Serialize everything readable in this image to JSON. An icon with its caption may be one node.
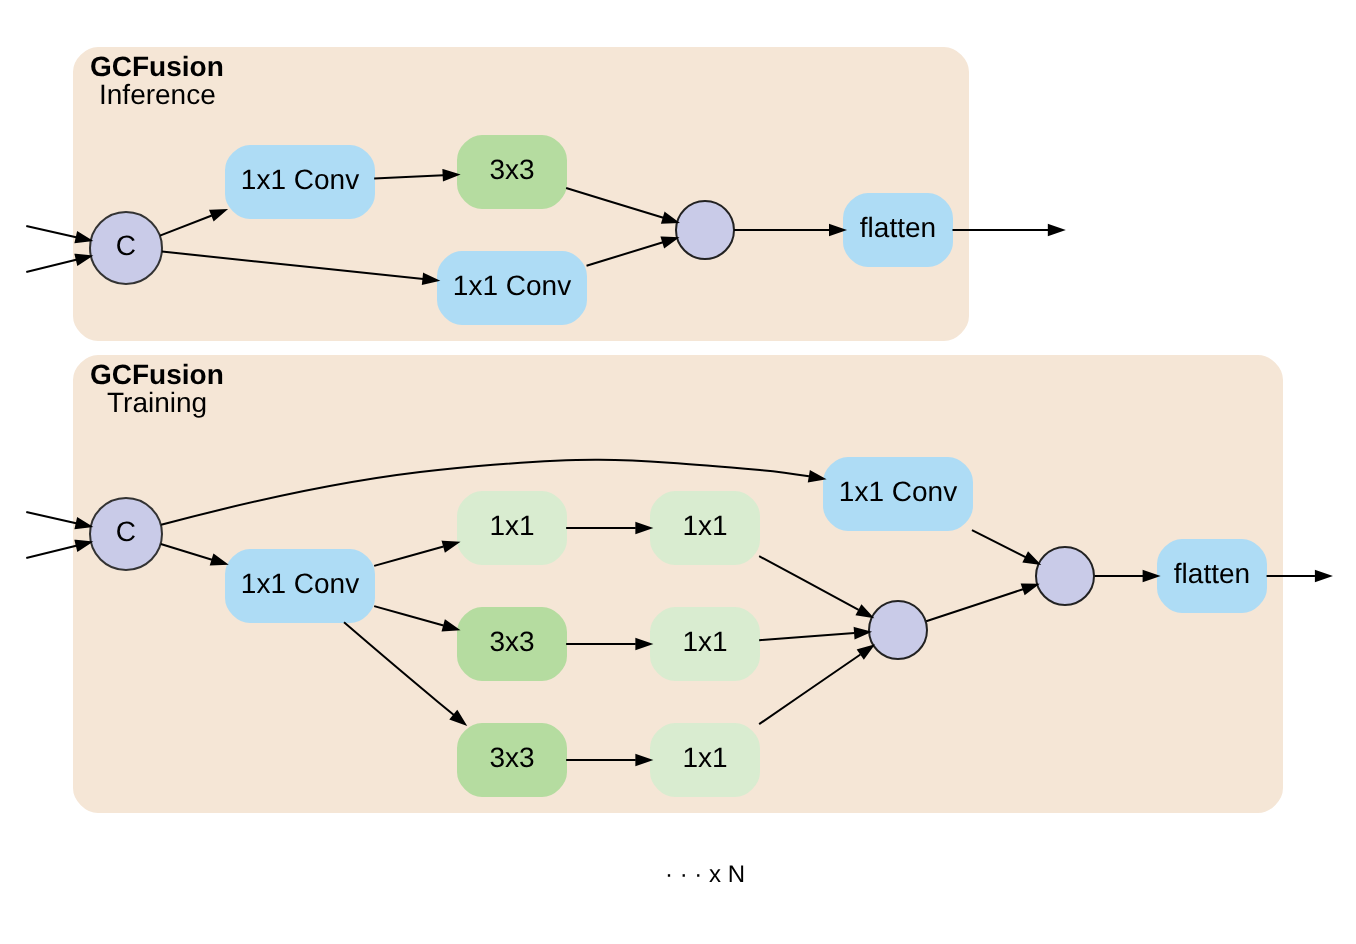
{
  "diagram": {
    "nodes": [
      {
        "text": [
          "GCFusion",
          "Training"
        ]
      },
      {
        "text": [
          "C"
        ],
        "in": 0
      },
      {
        "text": [
          "1x1 Conv"
        ],
        "in": 0
      },
      {
        "text": [
          "1x1 Conv"
        ],
        "in": 0
      },
      {
        "text": [
          "1x1"
        ],
        "in": 0
      },
      {
        "text": [
          "1x1"
        ],
        "in": 0
      },
      {
        "text": [
          "3x3"
        ],
        "in": 0
      },
      {
        "text": [
          "1x1"
        ],
        "in": 0
      },
      {
        "text": [
          "3x3"
        ],
        "in": 0
      },
      {
        "text": [
          "1x1"
        ],
        "in": 0
      },
      {
        "text": [],
        "shape": "circle",
        "in": 0
      },
      {
        "text": [],
        "shape": "circle",
        "in": 0
      },
      {
        "text": [
          "flatten"
        ],
        "in": 0
      },
      {
        "text": [
          "GCFusion",
          "Inference"
        ]
      },
      {
        "text": [
          "C"
        ],
        "in": 13
      },
      {
        "text": [
          "1x1 Conv"
        ],
        "in": 13
      },
      {
        "text": [
          "1x1 Conv"
        ],
        "in": 13
      },
      {
        "text": [
          "3x3"
        ],
        "in": 13
      },
      {
        "text": [],
        "shape": "circle",
        "in": 13
      },
      {
        "text": [
          "flatten"
        ],
        "in": 13
      }
    ],
    "edges": [
      {
        "from": null,
        "to": 1,
        "arrow": "to"
      },
      {
        "from": null,
        "to": 1,
        "arrow": "to"
      },
      {
        "from": 1,
        "to": 2,
        "arrow": "to"
      },
      {
        "from": 1,
        "to": 3,
        "arrow": "to"
      },
      {
        "from": 2,
        "to": 11,
        "arrow": "to"
      },
      {
        "from": 3,
        "to": 4,
        "arrow": "to"
      },
      {
        "from": 3,
        "to": 6,
        "arrow": "to"
      },
      {
        "from": 3,
        "to": 8,
        "arrow": "to"
      },
      {
        "from": 4,
        "to": 5,
        "arrow": "to"
      },
      {
        "from": 6,
        "to": 7,
        "arrow": "to"
      },
      {
        "from": 8,
        "to": 9,
        "arrow": "to"
      },
      {
        "from": 5,
        "to": 10,
        "arrow": "to"
      },
      {
        "from": 7,
        "to": 10,
        "arrow": "to"
      },
      {
        "from": 9,
        "to": 10,
        "arrow": "to"
      },
      {
        "from": 10,
        "to": 11,
        "arrow": "to"
      },
      {
        "from": 11,
        "to": 12,
        "arrow": "to"
      },
      {
        "from": 12,
        "to": null,
        "arrow": "to"
      },
      {
        "from": null,
        "to": 14,
        "arrow": "to"
      },
      {
        "from": null,
        "to": 14,
        "arrow": "to"
      },
      {
        "from": 14,
        "to": 15,
        "arrow": "to"
      },
      {
        "from": 14,
        "to": 16,
        "arrow": "to"
      },
      {
        "from": 16,
        "to": 17,
        "arrow": "to"
      },
      {
        "from": 15,
        "to": 18,
        "arrow": "to"
      },
      {
        "from": 17,
        "to": 18,
        "arrow": "to"
      },
      {
        "from": 18,
        "to": 19,
        "arrow": "to"
      },
      {
        "from": 19,
        "to": null,
        "arrow": "to"
      }
    ],
    "labels": [
      "· · · x N"
    ]
  }
}
